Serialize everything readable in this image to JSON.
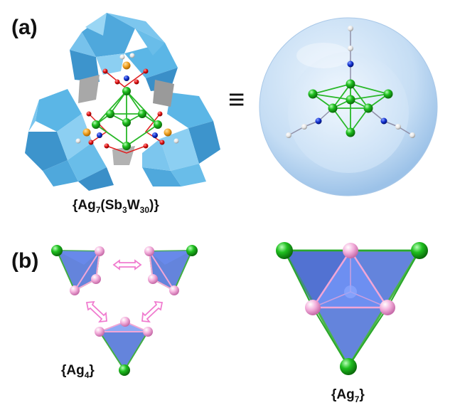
{
  "panel_a": {
    "label": "(a)",
    "equivalence_symbol": "≡",
    "formula": {
      "t1": "{Ag",
      "s1": "7",
      "t2": "(Sb",
      "s2": "3",
      "t3": "W",
      "s3": "30",
      "t4": ")}"
    }
  },
  "panel_b": {
    "label": "(b)",
    "ag4_formula": {
      "t1": "{Ag",
      "s1": "4",
      "t2": "}"
    },
    "ag7_formula": {
      "t1": "{Ag",
      "s1": "7",
      "t2": "}"
    }
  },
  "colors": {
    "polyhedra_blue": "#5bb6e6",
    "polyhedra_gray": "#a8a8a8",
    "silver_green": "#22b422",
    "pink_atom": "#f2a6d6",
    "tetra_fill": "#4a6fd6",
    "sphere_blue": "#bcd8f2",
    "arrow_pink": "#f07ccf"
  }
}
